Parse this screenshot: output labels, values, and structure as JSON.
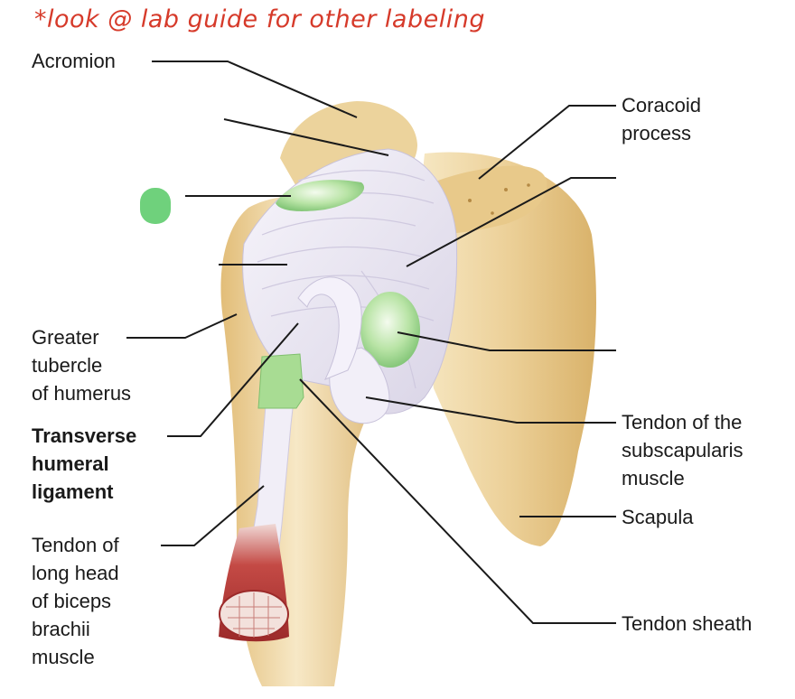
{
  "handwritten_note": "*look @ lab guide for other labeling",
  "marker": {
    "color": "#6fd17c"
  },
  "labels": {
    "acromion": "Acromion",
    "coracoid": [
      "Coracoid",
      "process"
    ],
    "greater_tubercle": [
      "Greater",
      "tubercle",
      "of humerus"
    ],
    "transverse_ligament": [
      "Transverse",
      "humeral",
      "ligament"
    ],
    "biceps_tendon": [
      "Tendon of",
      "long head",
      "of biceps",
      "brachii",
      "muscle"
    ],
    "subscapularis_tendon": [
      "Tendon of the",
      "subscapularis",
      "muscle"
    ],
    "scapula": "Scapula",
    "tendon_sheath": "Tendon sheath"
  },
  "colors": {
    "bone": "#e8c98a",
    "bone_light": "#f3e0b4",
    "ligament": "#e9e6f2",
    "cartilage_green": "#b6e3a8",
    "muscle_red": "#b83a3a",
    "leader_line": "#1a1a1a",
    "note_red": "#d63a2a"
  }
}
